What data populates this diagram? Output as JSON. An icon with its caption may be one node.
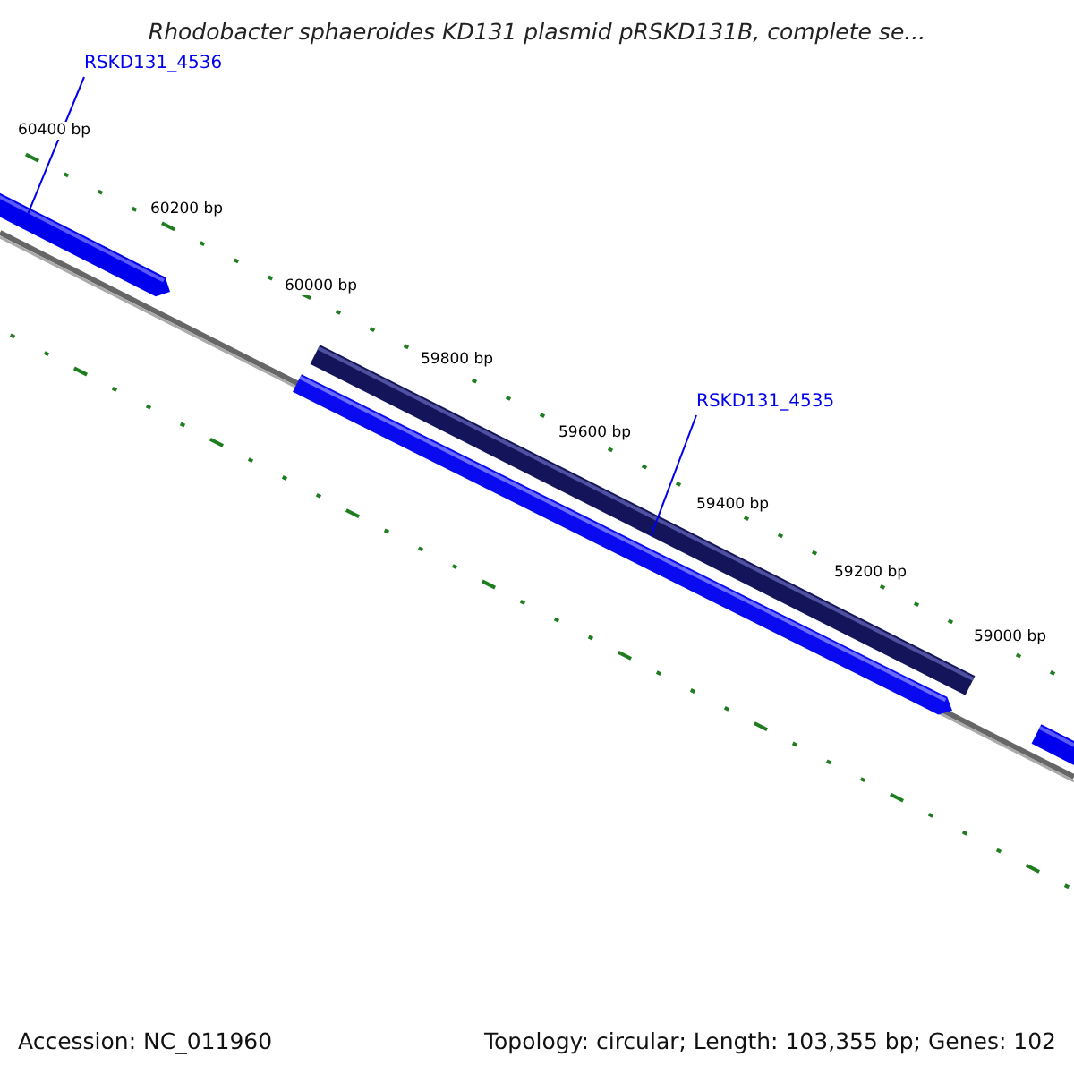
{
  "diagram": {
    "title": "Rhodobacter sphaeroides KD131 plasmid pRSKD131B, complete se...",
    "nodes": [
      {
        "text": [
          "RSKD131_4536"
        ]
      },
      {
        "text": [],
        "shape": "bar"
      },
      {
        "text": [
          "RSKD131_4535"
        ]
      },
      {
        "text": [],
        "shape": "bar"
      },
      {
        "text": [],
        "shape": "bar"
      },
      {
        "text": [],
        "shape": "bar"
      }
    ],
    "edges": [
      {
        "from": 0,
        "to": 1,
        "arrow": "none"
      },
      {
        "from": 2,
        "to": 3,
        "arrow": "none"
      }
    ],
    "labels": [
      "60400 bp",
      "60200 bp",
      "60000 bp",
      "59800 bp",
      "59600 bp",
      "59400 bp",
      "59200 bp",
      "59000 bp",
      "Accession: NC_011960",
      "Topology: circular; Length: 103,355 bp; Genes: 102"
    ]
  }
}
